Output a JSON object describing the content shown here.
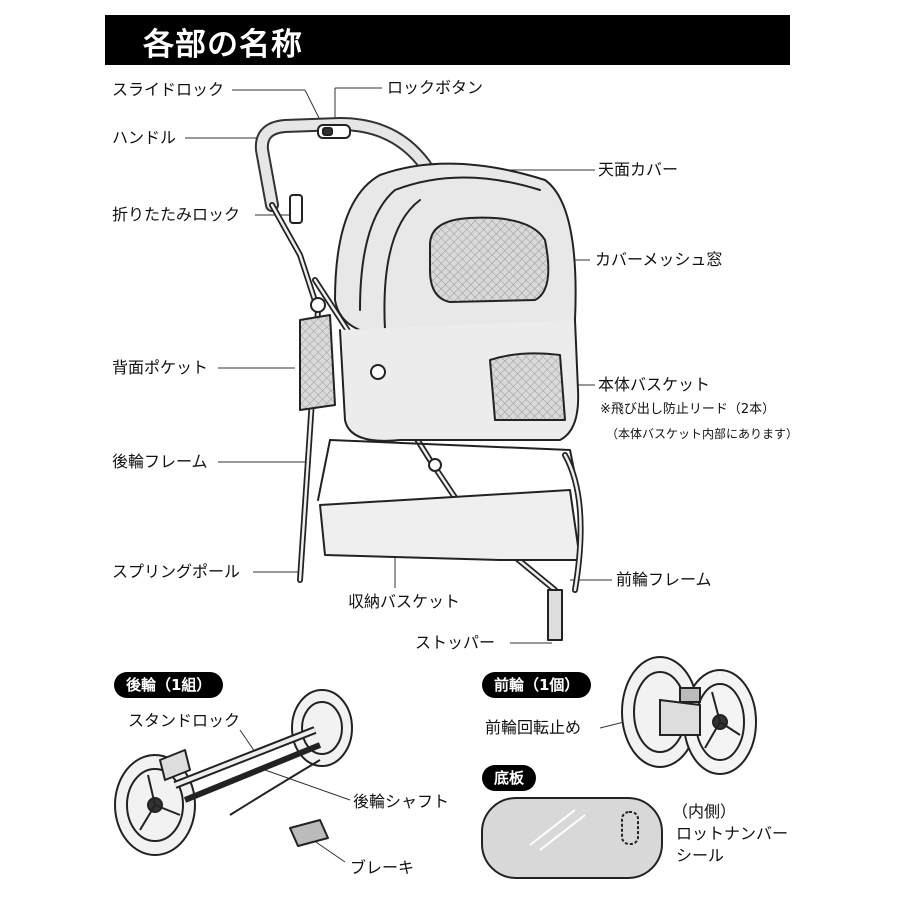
{
  "title": "各部の名称",
  "labels": {
    "slide_lock": "スライドロック",
    "lock_button": "ロックボタン",
    "handle": "ハンドル",
    "top_cover": "天面カバー",
    "fold_lock": "折りたたみロック",
    "cover_mesh": "カバーメッシュ窓",
    "back_pocket": "背面ポケット",
    "basket": "本体バスケット",
    "leash_note": "※飛び出し防止リード（2本）",
    "leash_note2": "（本体バスケット内部にあります）",
    "rear_frame": "後輪フレーム",
    "spring_pole": "スプリングポール",
    "storage_basket": "収納バスケット",
    "front_frame": "前輪フレーム",
    "stopper": "ストッパー",
    "stand_lock": "スタンドロック",
    "rear_shaft": "後輪シャフト",
    "brake": "ブレーキ",
    "front_rotation_lock": "前輪回転止め",
    "inner_side": "（内側）",
    "lot_sticker_1": "ロットナンバー",
    "lot_sticker_2": "シール"
  },
  "pills": {
    "rear_wheels": "後輪（1組）",
    "front_wheel": "前輪（1個）",
    "bottom_board": "底板"
  }
}
